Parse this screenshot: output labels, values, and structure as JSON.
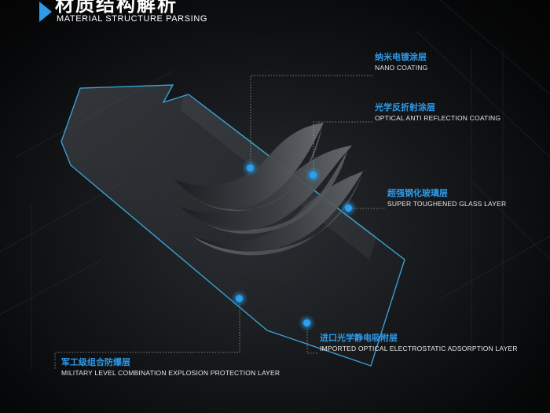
{
  "header": {
    "title": "材质结构解析",
    "subtitle": "MATERIAL STRUCTURE PARSING"
  },
  "colors": {
    "accent": "#2e9be8",
    "text": "#e8e8e8",
    "background": "#101214",
    "outline": "#3aa8d8"
  },
  "layers": [
    {
      "cn": "纳米电镀涂层",
      "en": "NANO COATING"
    },
    {
      "cn": "光学反折射涂层",
      "en": "OPTICAL ANTI REFLECTION COATING"
    },
    {
      "cn": "超强钢化玻璃层",
      "en": "SUPER TOUGHENED GLASS LAYER"
    },
    {
      "cn": "进口光学静电吸附层",
      "en": "IMPORTED OPTICAL ELECTROSTATIC ADSORPTION LAYER"
    },
    {
      "cn": "军工级组合防爆层",
      "en": "MILITARY LEVEL COMBINATION EXPLOSION PROTECTION LAYER"
    }
  ]
}
